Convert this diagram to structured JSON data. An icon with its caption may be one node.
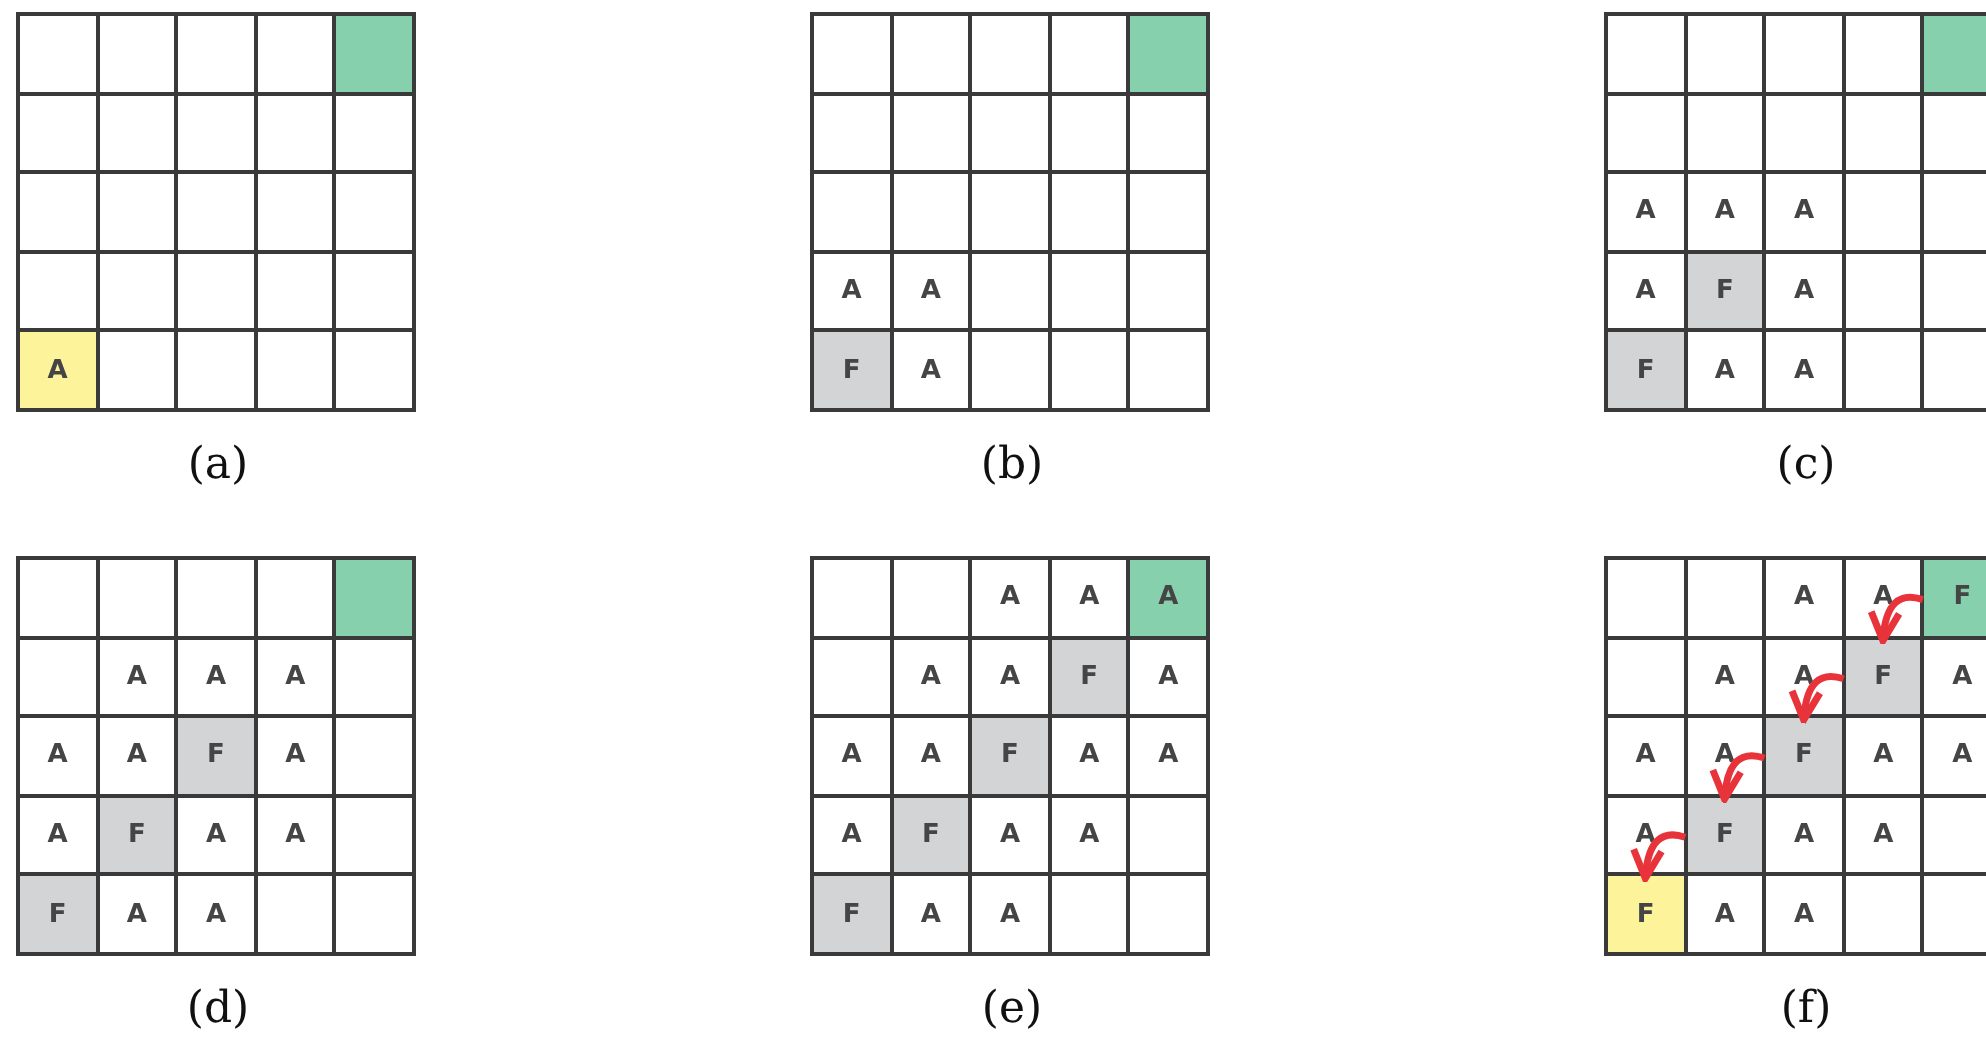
{
  "diagram": {
    "nodes": [
      {
        "text": [
          "F"
        ]
      },
      {
        "text": [
          "F"
        ]
      },
      {
        "text": [
          "F"
        ]
      },
      {
        "text": [
          "F"
        ]
      },
      {
        "text": [
          "F"
        ]
      }
    ],
    "edges": [
      {
        "from": 0,
        "to": 1,
        "arrow": "to",
        "color": "#e8333a"
      },
      {
        "from": 1,
        "to": 2,
        "arrow": "to",
        "color": "#e8333a"
      },
      {
        "from": 2,
        "to": 3,
        "arrow": "to",
        "color": "#e8333a"
      },
      {
        "from": 3,
        "to": 4,
        "arrow": "to",
        "color": "#e8333a"
      }
    ],
    "labels": [
      "A",
      "(a)",
      "A",
      "A",
      "F",
      "A",
      "(b)",
      "A",
      "A",
      "A",
      "A",
      "F",
      "A",
      "F",
      "A",
      "A",
      "(c)",
      "A",
      "A",
      "A",
      "A",
      "A",
      "F",
      "A",
      "A",
      "F",
      "A",
      "A",
      "F",
      "A",
      "A",
      "(d)",
      "A",
      "A",
      "A",
      "A",
      "A",
      "F",
      "A",
      "A",
      "A",
      "F",
      "A",
      "A",
      "A",
      "F",
      "A",
      "A",
      "F",
      "A",
      "A",
      "(e)",
      "A",
      "A",
      "A",
      "A",
      "A",
      "A",
      "A",
      "A",
      "A",
      "A",
      "A",
      "A",
      "A",
      "A",
      "(f)"
    ]
  }
}
